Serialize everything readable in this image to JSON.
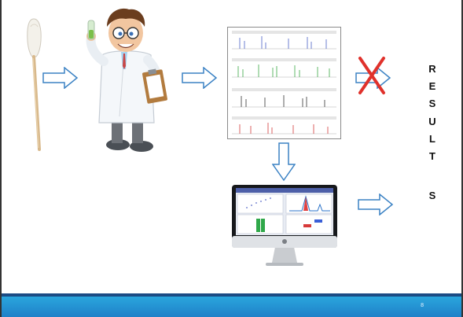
{
  "results": {
    "letters": [
      "R",
      "E",
      "S",
      "U",
      "L",
      "T",
      "S"
    ]
  },
  "footer": {
    "page_number": "8"
  },
  "colors": {
    "arrow_fill": "#ffffff",
    "arrow_stroke": "#3b82c4",
    "cross": "#e0312b",
    "footer_top": "#2aa6dd",
    "footer_bottom": "#1f80c8",
    "footer_band": "#1b4b84"
  },
  "icons": [
    "cotton-swab-icon",
    "scientist-icon",
    "electropherogram-icon",
    "cross-icon",
    "computer-monitor-icon"
  ]
}
